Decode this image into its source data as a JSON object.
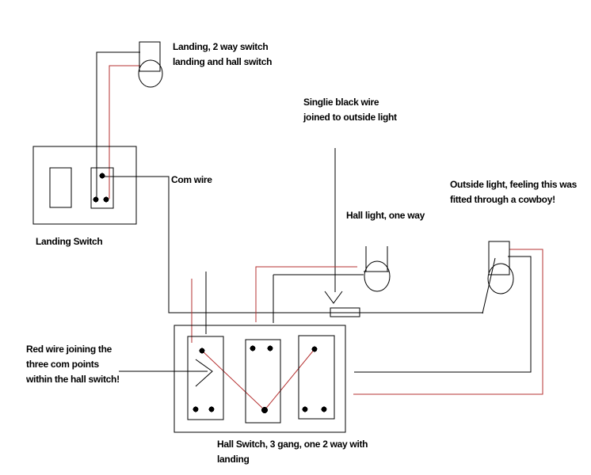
{
  "diagram": {
    "background": "#ffffff",
    "wire_colors": {
      "black": "#000000",
      "red": "#b53131"
    },
    "annotations": {
      "landing_light": [
        "Landing, 2 way switch",
        "landing and hall switch"
      ],
      "single_black_wire": [
        "Singlie black wire",
        "joined to outside light"
      ],
      "com_wire": [
        "Com wire"
      ],
      "hall_light": [
        "Hall light, one way"
      ],
      "outside_light": [
        "Outside light, feeling this was",
        "fitted through a cowboy!"
      ],
      "landing_switch": [
        "Landing Switch"
      ],
      "red_wire_note": [
        "Red wire joining the",
        "three com points",
        "within the hall switch!"
      ],
      "hall_switch": [
        "Hall Switch, 3 gang, one 2 way with",
        "landing"
      ]
    }
  }
}
